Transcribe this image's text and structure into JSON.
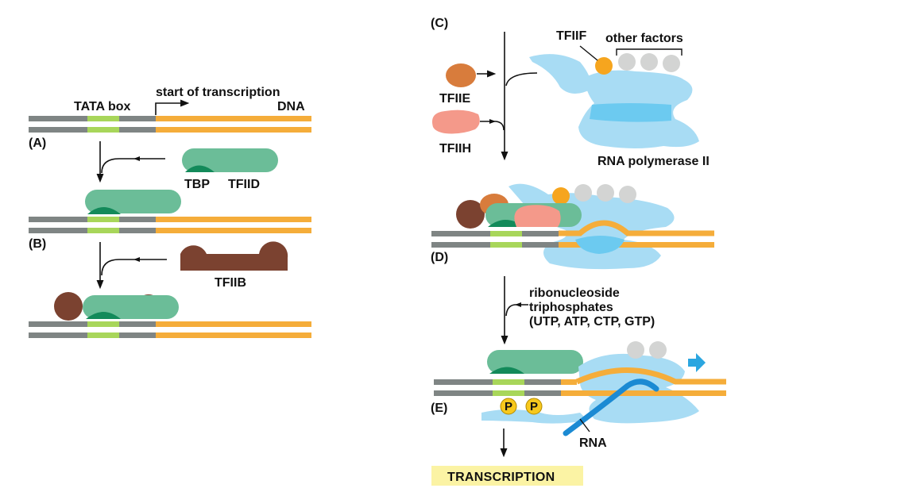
{
  "panels": {
    "A": "(A)",
    "B": "(B)",
    "C": "(C)",
    "D": "(D)",
    "E": "(E)"
  },
  "labels": {
    "tata_box": "TATA box",
    "start_of_transcription": "start of transcription",
    "dna": "DNA",
    "tbp": "TBP",
    "tfiid": "TFIID",
    "tfiib": "TFIIB",
    "tfiif": "TFIIF",
    "other_factors": "other factors",
    "tfiie": "TFIIE",
    "tfiih": "TFIIH",
    "rna_polymerase_ii": "RNA polymerase II",
    "ntp_line1": "ribonucleoside",
    "ntp_line2": "triphosphates",
    "ntp_line3": "(UTP, ATP, CTP, GTP)",
    "phosphate": "P",
    "rna": "RNA",
    "transcription": "TRANSCRIPTION"
  },
  "colors": {
    "dna_gray": "#7f8584",
    "dna_orange": "#f5ad3a",
    "tata_green": "#a8d65a",
    "tfiid": "#6bbd98",
    "tbp": "#138a5a",
    "tfiib": "#7b4230",
    "tfiie": "#d87c3c",
    "tfiih": "#f4998a",
    "tfiif": "#f6a51e",
    "other_factors": "#d3d4d3",
    "polymerase": "#a8dcf4",
    "polymerase_dark": "#6ccaf0",
    "rna": "#1b8ad3",
    "arrow_blue": "#2ba6e0",
    "phosphate": "#f7c81d",
    "transcription_bg": "#fbf3a4"
  }
}
